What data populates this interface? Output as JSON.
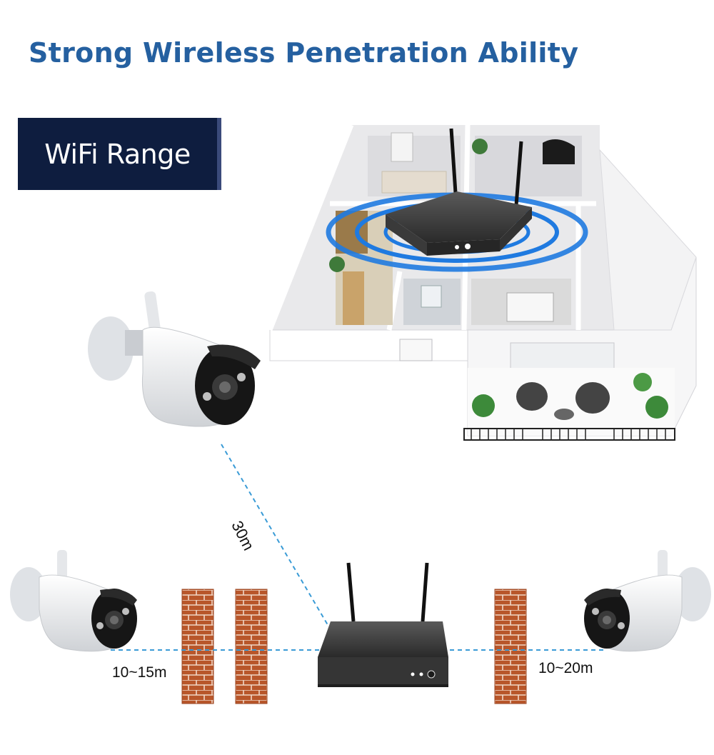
{
  "headline": "Strong Wireless Penetration Ability",
  "badge": "WiFi Range",
  "distances": {
    "diagonal": "30m",
    "left": "10~15m",
    "right": "10~20m"
  },
  "colors": {
    "headline": "#2560a0",
    "badge_bg": "#0e1d3f",
    "signal": "#1f7ae0",
    "dash": "#3a9bd6",
    "brick": "#b8562a"
  },
  "icons": [
    "house-floorplan-illustration",
    "nvr-recorder-icon",
    "bullet-camera-icon",
    "brick-wall-icon",
    "wifi-signal-rings"
  ]
}
